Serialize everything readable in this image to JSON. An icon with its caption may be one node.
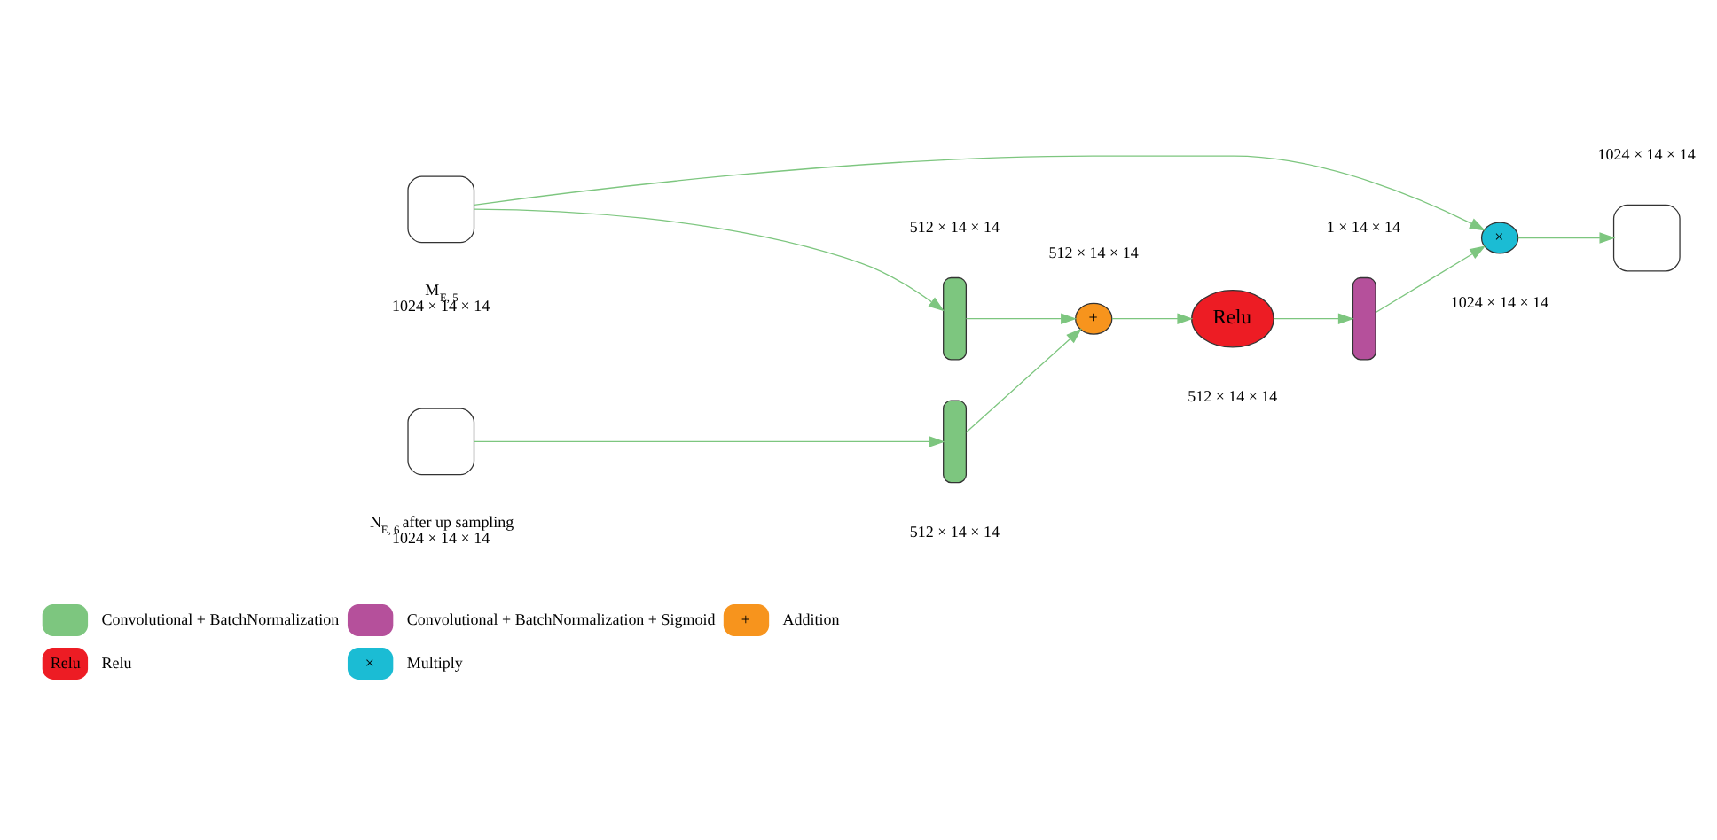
{
  "diagram": {
    "nodes": [
      {
        "text": [],
        "shape": "box",
        "beside": [
          "M$_{E, 5}$",
          "1024 × 14 × 14"
        ]
      },
      {
        "text": [],
        "shape": "box",
        "beside": [
          "N$_{E, 6}$ after up sampling",
          "1024 × 14 × 14"
        ]
      },
      {
        "text": [],
        "shape": "bar",
        "beside": [
          "512 × 14 × 14"
        ]
      },
      {
        "text": [],
        "shape": "bar",
        "beside": [
          "512 × 14 × 14"
        ]
      },
      {
        "text": [
          "+"
        ],
        "beside": [
          "512 × 14 × 14"
        ]
      },
      {
        "text": [
          "Relu"
        ],
        "beside": [
          "512 × 14 × 14"
        ]
      },
      {
        "text": [],
        "shape": "bar",
        "beside": [
          "1 × 14 × 14"
        ]
      },
      {
        "text": [
          "×"
        ],
        "beside": [
          "1024 × 14 × 14"
        ]
      },
      {
        "text": [],
        "shape": "box",
        "beside": [
          "1024 × 14 × 14"
        ]
      }
    ],
    "edges": [
      {
        "from": 0,
        "to": 2,
        "arrow": "to"
      },
      {
        "from": 1,
        "to": 3,
        "arrow": "to"
      },
      {
        "from": 2,
        "to": 4,
        "arrow": "to"
      },
      {
        "from": 3,
        "to": 4,
        "arrow": "to"
      },
      {
        "from": 4,
        "to": 5,
        "arrow": "to"
      },
      {
        "from": 5,
        "to": 6,
        "arrow": "to"
      },
      {
        "from": 6,
        "to": 7,
        "arrow": "to"
      },
      {
        "from": 0,
        "to": 7,
        "arrow": "to"
      },
      {
        "from": 7,
        "to": 8,
        "arrow": "to"
      }
    ],
    "labels": [
      "+",
      "Relu",
      "×"
    ],
    "legend": [
      {
        "text": "Convolutional + BatchNormalization",
        "color": "#7dc67f"
      },
      {
        "text": "Convolutional + BatchNormalization + Sigmoid",
        "color": "#b5509b"
      },
      {
        "text": "Addition",
        "color": "#f7941d"
      },
      {
        "text": "Relu",
        "color": "#ed1c24"
      },
      {
        "text": "Multiply",
        "color": "#1bbcd4"
      }
    ]
  }
}
